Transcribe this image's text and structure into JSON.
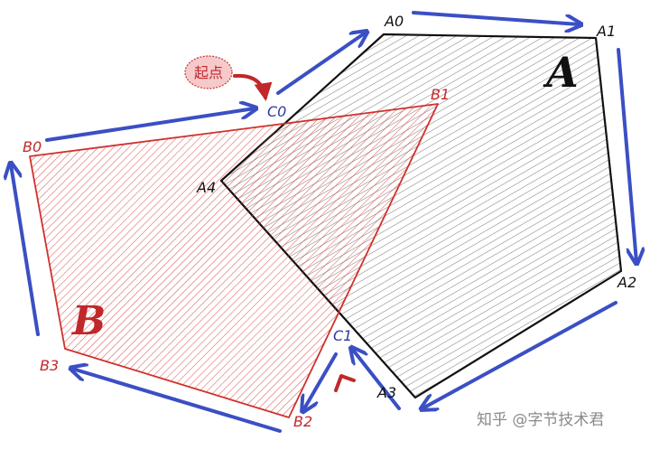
{
  "labels": {
    "shape_a": "A",
    "shape_b": "B",
    "a0": "A0",
    "a1": "A1",
    "a2": "A2",
    "a3": "A3",
    "a4": "A4",
    "b0": "B0",
    "b1": "B1",
    "b2": "B2",
    "b3": "B3",
    "c0": "C0",
    "c1": "C1",
    "start": "起点"
  },
  "watermark": "知乎 @字节技术君",
  "colors": {
    "polygon_a": "#111111",
    "polygon_b": "#d0312d",
    "arrows": "#3b4fc4",
    "start_marker": "#c0282a"
  }
}
